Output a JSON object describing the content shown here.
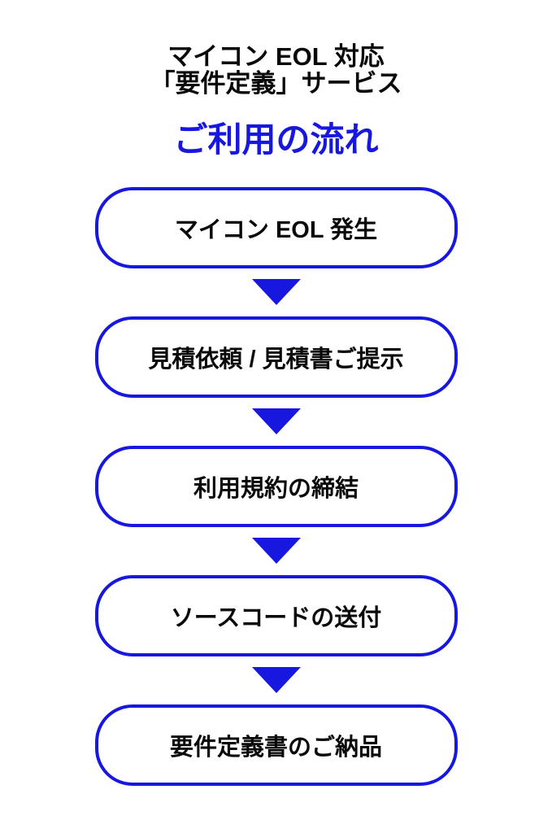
{
  "title": {
    "line1": "マイコン EOL 対応",
    "line2": "「要件定義」サービス"
  },
  "heading": {
    "text": "ご利用の流れ"
  },
  "flow": {
    "steps": [
      {
        "label": "マイコン EOL 発生"
      },
      {
        "label": "見積依頼 / 見積書ご提示"
      },
      {
        "label": "利用規約の締結"
      },
      {
        "label": "ソースコードの送付"
      },
      {
        "label": "要件定義書のご納品"
      }
    ],
    "arrow_icon": "down-triangle"
  },
  "colors": {
    "accent": "#1717e0",
    "text": "#0a0a0a",
    "background": "#ffffff"
  }
}
